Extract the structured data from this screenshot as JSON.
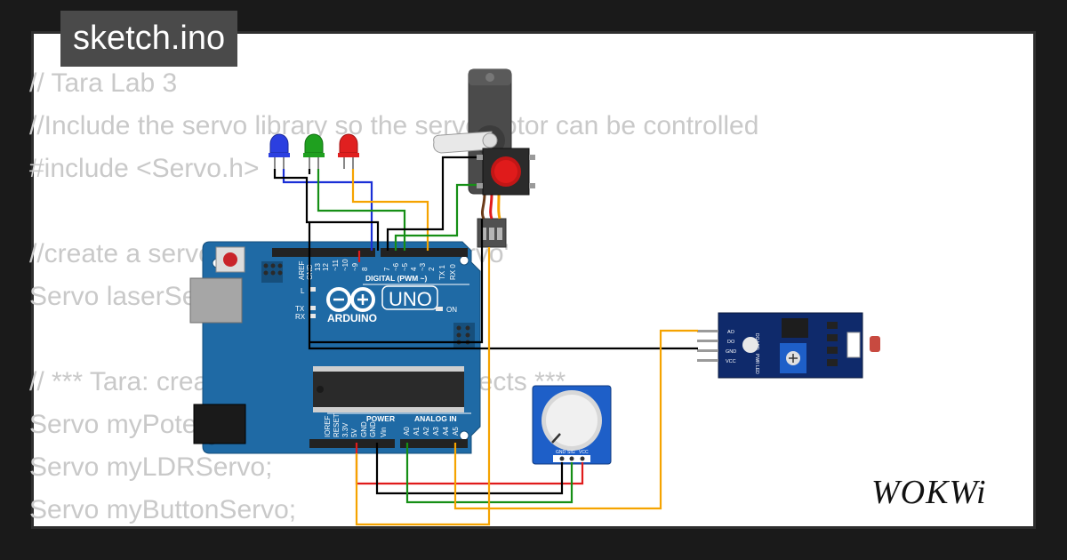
{
  "file_tab": {
    "label": "sketch.ino"
  },
  "code_lines": [
    "// Tara Lab 3",
    "//Include the servo library so the servomotor can be controlled",
    "#include <Servo.h>",
    "",
    "//create a servo object called laserServo'",
    "Servo laserServo;",
    "",
    "// *** Tara: create a bunch of servo objects ***",
    "Servo myPotentiometerServo;",
    "Servo myLDRServo;",
    "Servo myButtonServo;"
  ],
  "board": {
    "brand": "ARDUINO",
    "model": "UNO",
    "on_label": "ON",
    "digital_header": "DIGITAL (PWM ~)",
    "power_header": "POWER",
    "analog_header": "ANALOG IN",
    "tx_label": "TX",
    "rx_label": "RX",
    "l_label": "L",
    "digital_pins": [
      "AREF",
      "GND",
      "13",
      "12",
      "~11",
      "~10",
      "~9",
      "8",
      "7",
      "~6",
      "~5",
      "4",
      "~3",
      "2",
      "TX 1",
      "RX 0"
    ],
    "power_pins": [
      "IOREF",
      "RESET",
      "3.3V",
      "5V",
      "GND",
      "GND",
      "Vin"
    ],
    "analog_pins": [
      "A0",
      "A1",
      "A2",
      "A3",
      "A4",
      "A5"
    ]
  },
  "ldr_module": {
    "pins": [
      "AO",
      "DO",
      "GND",
      "VCC"
    ],
    "led_labels": [
      "DO LED",
      "PWR LED"
    ]
  },
  "potentiometer": {
    "pins": [
      "GND",
      "SIG",
      "VCC"
    ]
  },
  "logo": {
    "text": "WOKWi"
  },
  "colors": {
    "board": "#1f6aa5",
    "wire_red": "#e01b1b",
    "wire_green": "#168f16",
    "wire_black": "#000000",
    "wire_blue": "#1a2fd6",
    "wire_orange": "#f5a300",
    "button_red": "#e01b1b",
    "module_blue": "#0f2a6b"
  }
}
